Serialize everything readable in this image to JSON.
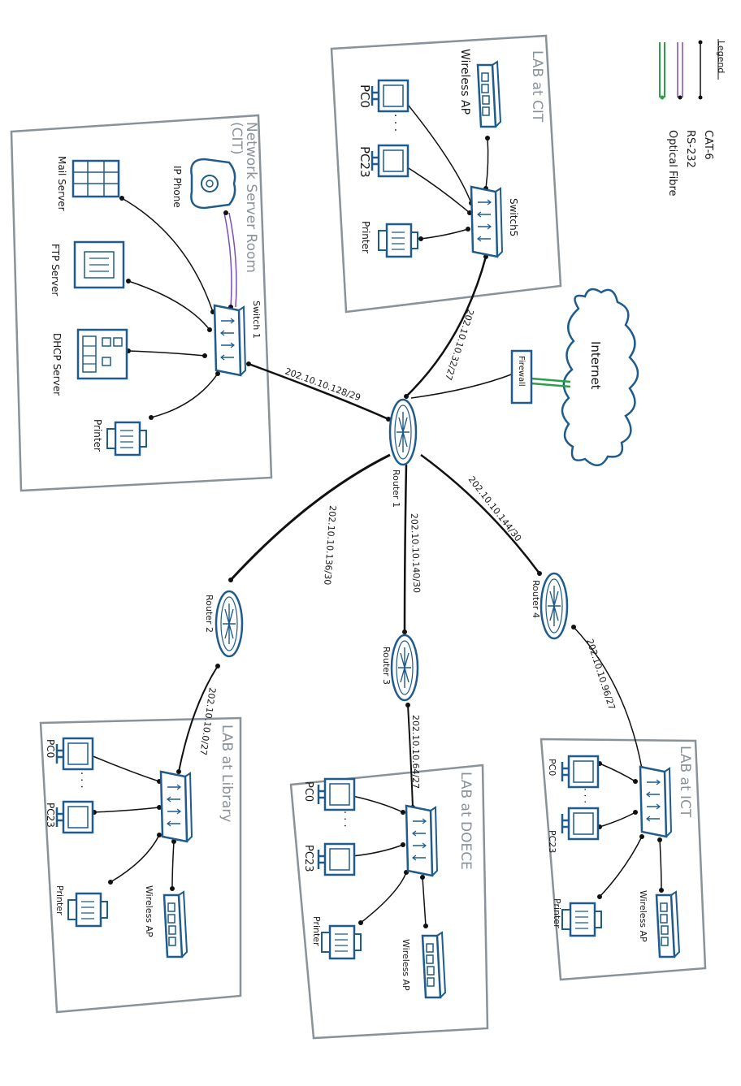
{
  "legend": {
    "title": "Legend",
    "cat6": "CAT-6",
    "rs232": "RS-232",
    "fibre": "Optical Fibre",
    "colors": {
      "cat6": "#111111",
      "rs232": "#7b4fb0",
      "fibre": "#2f9e4a"
    }
  },
  "colors": {
    "device": "#1f5b8c",
    "boundary": "#8a9299",
    "line": "#111111"
  },
  "labs": {
    "cit": {
      "title": "LAB at CIT",
      "pc0": "PC0",
      "dots": "· · ·",
      "pc23": "PC23",
      "switch": "Switch5",
      "ap": "Wireless AP",
      "printer": "Printer"
    },
    "server_room": {
      "title": "Network Server Room",
      "subtitle": "(CIT)",
      "mail": "Mail Server",
      "ftp": "FTP Server",
      "dhcp": "DHCP Server",
      "phone": "IP Phone",
      "printer": "Printer",
      "switch": "Switch 1"
    },
    "library": {
      "title": "LAB at Library",
      "pc0": "PC0",
      "dots": "· · ·",
      "pc23": "PC23",
      "printer": "Printer",
      "ap": "Wireless AP"
    },
    "doece": {
      "title": "LAB at DOECE",
      "pc0": "PC0",
      "dots": "· · ·",
      "pc23": "PC23",
      "printer": "Printer",
      "ap": "Wireless AP"
    },
    "ict": {
      "title": "LAB at ICT",
      "pc0": "PC0",
      "dots": "· · · ·",
      "pc23": "PC23",
      "printer": "Printer",
      "ap": "Wireless AP"
    }
  },
  "core": {
    "internet": "Internet",
    "firewall": "Firewall",
    "router1": "Router 1",
    "router2": "Router 2",
    "router3": "Router 3",
    "router4": "Router 4"
  },
  "subnets": {
    "cit": "202.10.10.32/27",
    "server": "202.10.10.128/29",
    "r2": "202.10.10.136/30",
    "r3": "202.10.10.140/30",
    "r4": "202.10.10.144/30",
    "library": "202.10.10.0/27",
    "doece": "202.10.10.64/27",
    "ict": "202.10.10.96/27"
  }
}
